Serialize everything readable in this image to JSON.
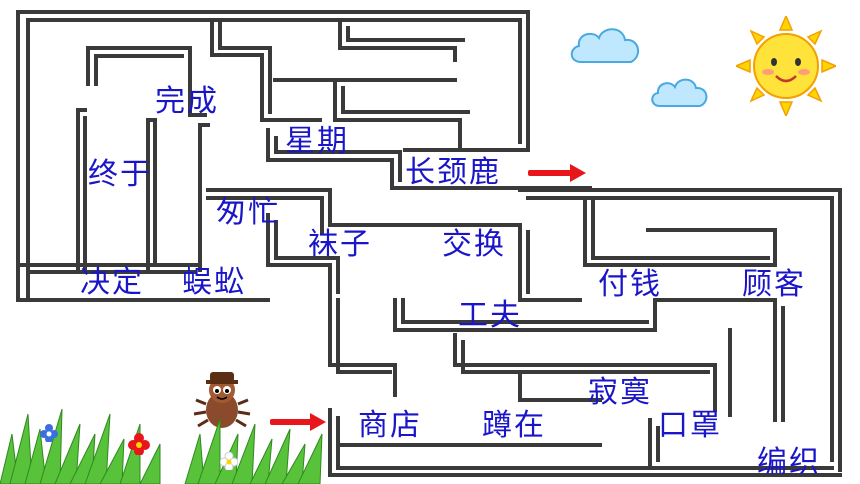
{
  "maze": {
    "words": {
      "wancheng": "完成",
      "xingqi": "星期",
      "zhongyu": "终于",
      "changjinglu": "长颈鹿",
      "congmang": "匆忙",
      "wazi": "袜子",
      "jiaohuan": "交换",
      "jueding": "决定",
      "wugong": "蜈蚣",
      "fuqian": "付钱",
      "guke": "顾客",
      "gongfu": "工夫",
      "jimo": "寂寞",
      "shangdian": "商店",
      "dunzai": "蹲在",
      "kouzhao": "口罩",
      "bianzhi": "编织"
    },
    "colors": {
      "word": "#1a16c8",
      "wall": "#3a3a3a",
      "arrow": "#e8151b",
      "sun": "#ffd400",
      "cloud": "#bfe8ff",
      "grass": "#57c23a"
    },
    "icons": [
      "sun-icon",
      "cloud-icon",
      "centipede-icon",
      "grass-icon",
      "flower-icon",
      "arrow-icon"
    ]
  }
}
